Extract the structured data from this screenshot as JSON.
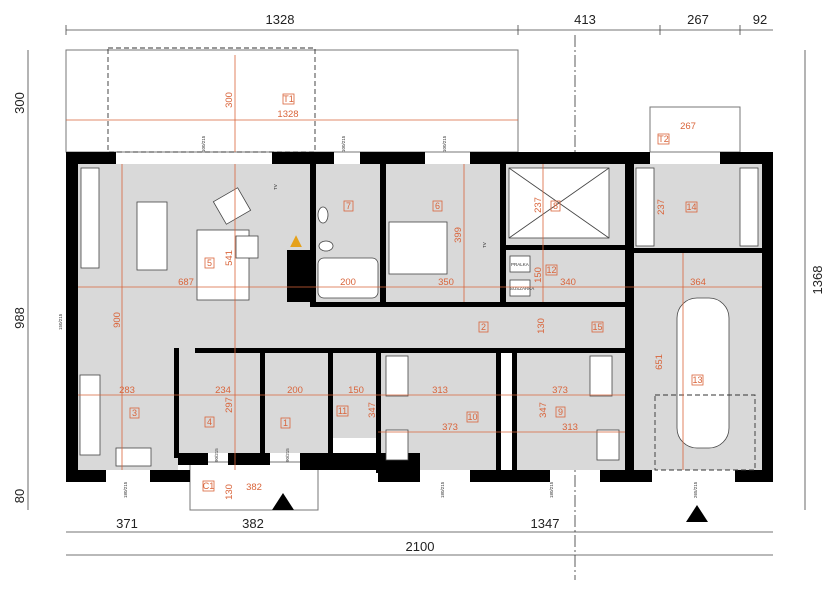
{
  "overall_dims": {
    "top": [
      "1328",
      "413",
      "267",
      "92"
    ],
    "left": [
      "300",
      "988",
      "80"
    ],
    "right": "1368",
    "bottom": [
      "371",
      "382",
      "1347"
    ],
    "total": "2100"
  },
  "rooms": [
    {
      "id": "T1",
      "dims": [
        "300",
        "1328"
      ]
    },
    {
      "id": "T2",
      "dims": [
        "267"
      ]
    },
    {
      "id": "C1",
      "dims": [
        "130",
        "382"
      ]
    },
    {
      "id": "1",
      "dims": [
        "200"
      ]
    },
    {
      "id": "2",
      "dims": [
        "130"
      ]
    },
    {
      "id": "3",
      "dims": [
        "283"
      ]
    },
    {
      "id": "4",
      "dims": [
        "234",
        "297"
      ]
    },
    {
      "id": "5",
      "dims": [
        "687",
        "541",
        "900"
      ]
    },
    {
      "id": "6",
      "dims": [
        "350",
        "399"
      ]
    },
    {
      "id": "7",
      "dims": [
        "200"
      ]
    },
    {
      "id": "8",
      "dims": [
        "237"
      ]
    },
    {
      "id": "9",
      "dims": [
        "373",
        "313",
        "347"
      ]
    },
    {
      "id": "10",
      "dims": [
        "313",
        "373"
      ]
    },
    {
      "id": "11",
      "dims": [
        "150",
        "347"
      ]
    },
    {
      "id": "12",
      "dims": [
        "150",
        "340"
      ]
    },
    {
      "id": "13",
      "dims": [
        "364",
        "651"
      ]
    },
    {
      "id": "14",
      "dims": [
        "237"
      ]
    },
    {
      "id": "15",
      "dims": []
    }
  ],
  "appliance_labels": {
    "washer": "PRALKA",
    "dryer": "SUSZARKA",
    "tv": "TV"
  },
  "window_labels": {
    "w180": "180/215",
    "w90": "90/215",
    "w150": "150/215",
    "w100": "100/215",
    "w265": "265/215"
  },
  "colors": {
    "walls": "#000000",
    "floor": "#d9d9d9",
    "dimensions": "#d9643a"
  }
}
